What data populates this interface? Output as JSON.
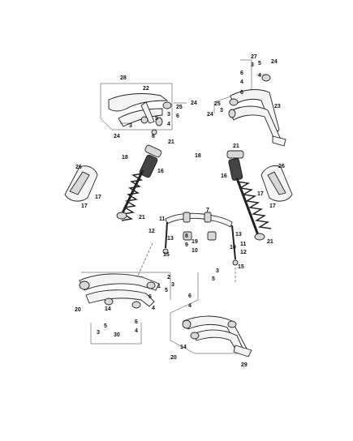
{
  "callouts": {
    "c28": "28",
    "c22": "22",
    "c24a": "24",
    "c25a": "25",
    "c6a": "6",
    "c3a": "3",
    "c4a": "4",
    "c6b": "6",
    "c3b": "3",
    "c24b": "24",
    "c21a": "21",
    "c27": "27",
    "c3c": "3",
    "c5a": "5",
    "c24c": "24",
    "c4b": "4",
    "c6c": "6",
    "c23": "23",
    "c25b": "25",
    "c24d": "24",
    "c5b": "5",
    "c6d": "6",
    "c3d": "3",
    "c4c": "4",
    "c18a": "18",
    "c26a": "26",
    "c16a": "16",
    "c17a": "17",
    "c17b": "17",
    "c21b": "21",
    "c18b": "18",
    "c16b": "16",
    "c26b": "26",
    "c17c": "17",
    "c17d": "17",
    "c7": "7",
    "c11a": "11",
    "c12a": "12",
    "c13a": "13",
    "c8": "8",
    "c9": "9",
    "c15a": "15",
    "c21c": "21",
    "c21d": "21",
    "c10a": "10",
    "c19a": "19",
    "c13b": "13",
    "c11b": "11",
    "c12b": "12",
    "c10b": "10",
    "c15b": "15",
    "c2": "2",
    "c1": "1",
    "c3e": "3",
    "c5c": "5",
    "c6e": "6",
    "c4d": "4",
    "c20a": "20",
    "c14a": "14",
    "c3f": "3",
    "c5d": "5",
    "c6f": "6",
    "c4e": "4",
    "c30": "30",
    "c3g": "3",
    "c5e": "5",
    "c6g": "6",
    "c4f": "4",
    "c29": "29",
    "c14b": "14",
    "c20b": "20"
  }
}
